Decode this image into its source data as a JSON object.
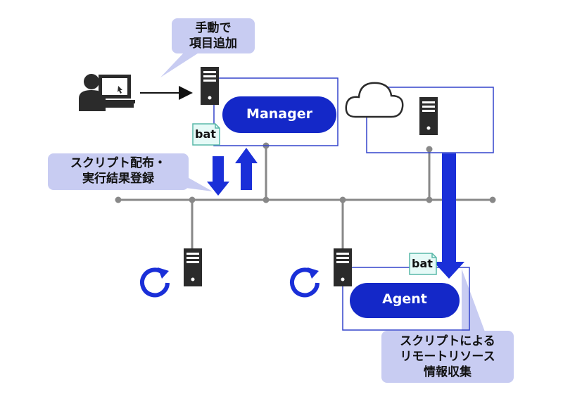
{
  "callouts": {
    "manual": {
      "line1": "手動で",
      "line2": "項目追加"
    },
    "distribute": {
      "line1": "スクリプト配布・",
      "line2": "実行結果登録"
    },
    "collect": {
      "line1": "スクリプトによる",
      "line2": "リモートリソース",
      "line3": "情報収集"
    }
  },
  "nodes": {
    "manager": "Manager",
    "agent": "Agent"
  },
  "files": {
    "manager_bat": "bat",
    "agent_bat": "bat"
  },
  "colors": {
    "accent_blue": "#1a2fd8",
    "pill_blue": "#1428c8",
    "outline_blue": "#3344cc",
    "callout_bg": "#c8ccf2",
    "network_gray": "#888888",
    "server_dark": "#2b2b2b",
    "file_bg": "#e6faf7",
    "file_border": "#58b8a8"
  },
  "icons": [
    "user-at-computer-icon",
    "server-icon",
    "cloud-icon",
    "file-icon",
    "refresh-icon"
  ]
}
